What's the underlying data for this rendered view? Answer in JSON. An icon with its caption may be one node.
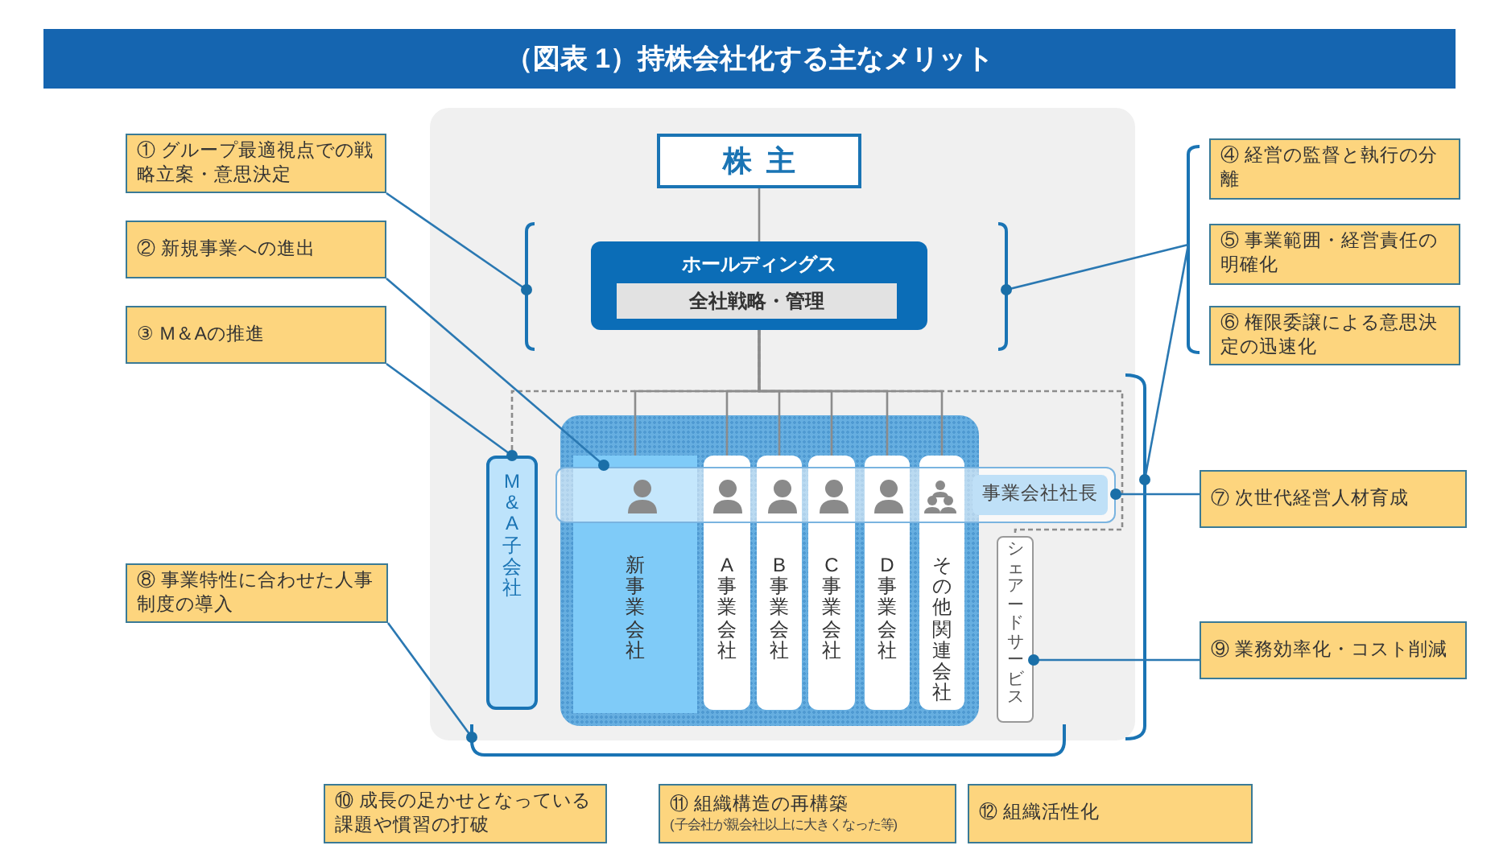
{
  "diagram": {
    "title": "（図表 1）持株会社化する主なメリット",
    "nodes": [
      {
        "text": [
          "株主"
        ]
      },
      {
        "text": [
          "ホールディングス"
        ]
      },
      {
        "text": [
          "全社戦略・管理"
        ],
        "in": 1
      },
      {
        "text": [],
        "shape": "bracket"
      },
      {
        "text": [],
        "shape": "bracket"
      },
      {
        "text": [
          "① グループ最適視点での戦略立案・意思決定"
        ]
      },
      {
        "text": [
          "② 新規事業への進出"
        ]
      },
      {
        "text": [
          "③ M＆Aの推進"
        ]
      },
      {
        "text": [
          "④ 経営の監督と執行の分離"
        ]
      },
      {
        "text": [
          "⑤ 事業範囲・経営責任の明確化"
        ]
      },
      {
        "text": [
          "⑥ 権限委譲による意思決定の迅速化"
        ]
      },
      {
        "text": [],
        "shape": "bracket"
      },
      {
        "text": [],
        "shape": "box"
      },
      {
        "text": [
          "事業会社社長"
        ]
      },
      {
        "text": [
          "M&A子会社"
        ]
      },
      {
        "text": [
          "新事業会社"
        ],
        "in": 12
      },
      {
        "text": [
          "A事業会社"
        ],
        "in": 12
      },
      {
        "text": [
          "B事業会社"
        ],
        "in": 12
      },
      {
        "text": [
          "C事業会社"
        ],
        "in": 12
      },
      {
        "text": [
          "D事業会社"
        ],
        "in": 12
      },
      {
        "text": [
          "その他関連会社"
        ],
        "in": 12
      },
      {
        "text": [
          "シェアードサービス"
        ]
      },
      {
        "text": [],
        "shape": "bracket"
      },
      {
        "text": [
          "⑦ 次世代経営人材育成"
        ]
      },
      {
        "text": [
          "⑧ 事業特性に合わせた人事制度の導入"
        ]
      },
      {
        "text": [
          "⑨ 業務効率化・コスト削減"
        ]
      },
      {
        "text": [],
        "shape": "bracket"
      },
      {
        "text": [
          "⑩ 成長の足かせとなっている課題や慣習の打破"
        ]
      },
      {
        "text": [
          "⑪ 組織構造の再構築",
          "(子会社が親会社以上に大きくなった等)"
        ]
      },
      {
        "text": [
          "⑫ 組織活性化"
        ]
      }
    ],
    "edges": [
      {
        "from": 0,
        "to": 1,
        "arrow": "none"
      },
      {
        "from": 1,
        "to": 15,
        "arrow": "none"
      },
      {
        "from": 1,
        "to": 16,
        "arrow": "none"
      },
      {
        "from": 1,
        "to": 17,
        "arrow": "none"
      },
      {
        "from": 1,
        "to": 18,
        "arrow": "none"
      },
      {
        "from": 1,
        "to": 19,
        "arrow": "none"
      },
      {
        "from": 1,
        "to": 20,
        "arrow": "none"
      },
      {
        "from": 1,
        "to": 14,
        "arrow": "none",
        "style": "dashed"
      },
      {
        "from": 1,
        "to": 21,
        "arrow": "none",
        "style": "dashed"
      },
      {
        "from": 5,
        "to": 3,
        "arrow": "other",
        "color": "#2a78b2"
      },
      {
        "from": 6,
        "to": 15,
        "arrow": "other",
        "color": "#2a78b2"
      },
      {
        "from": 7,
        "to": 14,
        "arrow": "other",
        "color": "#2a78b2"
      },
      {
        "from": 11,
        "to": 4,
        "arrow": "other",
        "color": "#2a78b2"
      },
      {
        "from": 11,
        "to": 22,
        "arrow": "other",
        "color": "#2a78b2"
      },
      {
        "from": 23,
        "to": 13,
        "arrow": "other",
        "color": "#2a78b2"
      },
      {
        "from": 24,
        "to": 26,
        "arrow": "other",
        "color": "#2a78b2"
      },
      {
        "from": 25,
        "to": 21,
        "arrow": "other",
        "color": "#2a78b2"
      }
    ]
  }
}
